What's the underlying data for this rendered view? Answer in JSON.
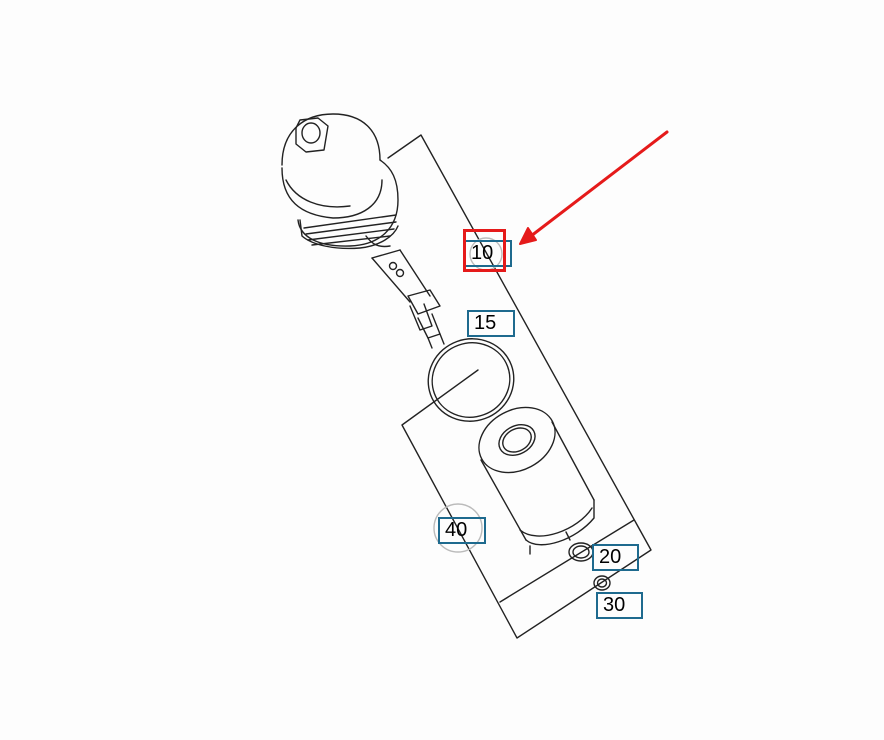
{
  "callouts": [
    {
      "id": "c10",
      "label": "10"
    },
    {
      "id": "c15",
      "label": "15"
    },
    {
      "id": "c20",
      "label": "20"
    },
    {
      "id": "c30",
      "label": "30"
    },
    {
      "id": "c40",
      "label": "40"
    }
  ],
  "highlighted_callout": "10",
  "colors": {
    "callout_border": "#1e6a8e",
    "highlight": "#e51a1a",
    "line_art": "#222222",
    "background": "#fdfdfd"
  }
}
